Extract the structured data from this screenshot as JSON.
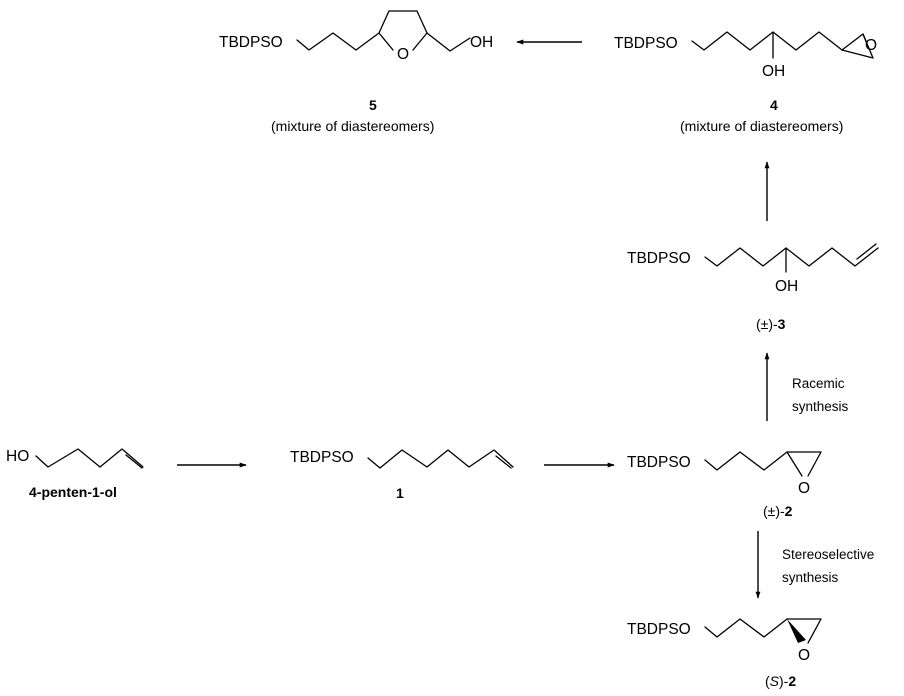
{
  "labels": {
    "tbdpso": "TBDPSO",
    "ho": "HO",
    "oh": "OH",
    "o": "O"
  },
  "compounds": {
    "start": {
      "name": "4-penten-1-ol"
    },
    "c1": {
      "id": "1"
    },
    "c2r": {
      "prefix": "(±)-",
      "id": "2"
    },
    "c2s": {
      "prefix_open": "(",
      "stereo": "S",
      "prefix_close": ")-",
      "id": "2"
    },
    "c3": {
      "prefix": "(±)-",
      "id": "3"
    },
    "c4": {
      "id": "4",
      "note": "(mixture of diastereomers)"
    },
    "c5": {
      "id": "5",
      "note": "(mixture of diastereomers)"
    }
  },
  "conditions": {
    "racemic": {
      "line1": "Racemic",
      "line2": "synthesis"
    },
    "stereo": {
      "line1": "Stereoselective",
      "line2": "synthesis"
    }
  }
}
